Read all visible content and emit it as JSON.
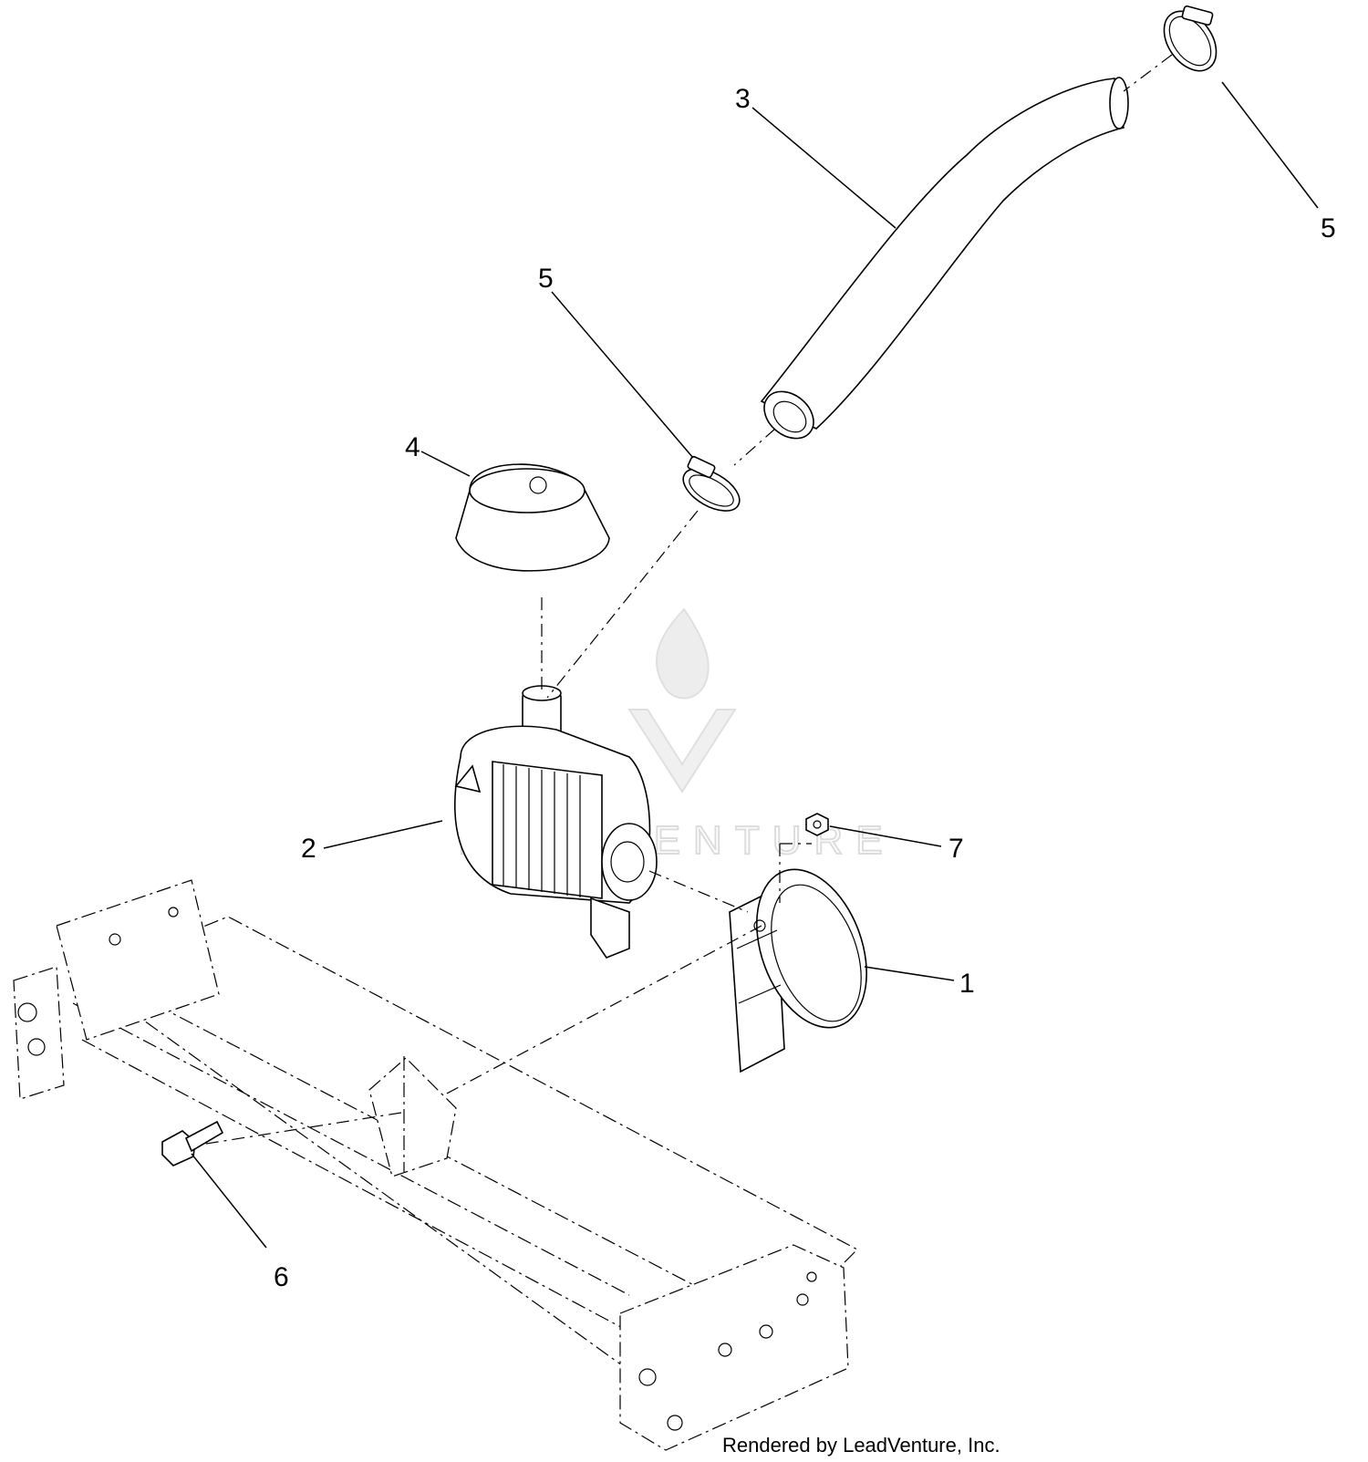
{
  "diagram": {
    "callouts": [
      {
        "id": "c-3",
        "label": "3"
      },
      {
        "id": "c-5a",
        "label": "5"
      },
      {
        "id": "c-5b",
        "label": "5"
      },
      {
        "id": "c-4",
        "label": "4"
      },
      {
        "id": "c-2",
        "label": "2"
      },
      {
        "id": "c-7",
        "label": "7"
      },
      {
        "id": "c-1",
        "label": "1"
      },
      {
        "id": "c-6",
        "label": "6"
      }
    ],
    "watermark_text": "LEADVENTURE",
    "footer_text": "Rendered by LeadVenture, Inc."
  }
}
